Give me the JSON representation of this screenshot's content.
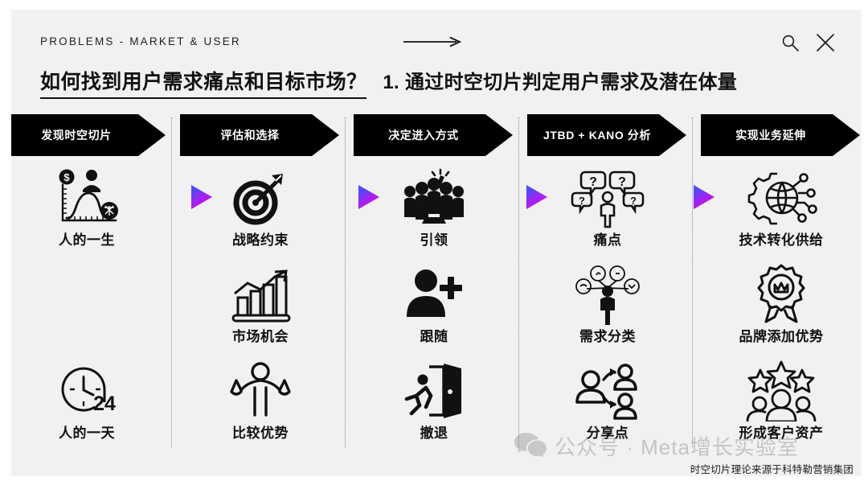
{
  "header": {
    "eyebrow": "PROBLEMS - MARKET & USER",
    "arrow_icon": "long-right-arrow-icon",
    "search_icon": "search-icon",
    "close_icon": "close-icon"
  },
  "title": {
    "main": "如何找到用户需求痛点和目标市场？",
    "sub": "1. 通过时空切片判定用户需求及潜在体量"
  },
  "columns": [
    {
      "banner": "发现时空切片",
      "items": [
        {
          "label": "人的一生",
          "icon": "lifecycle-chart-icon"
        },
        {
          "label": "",
          "icon": ""
        },
        {
          "label": "人的一天",
          "icon": "clock-24-icon"
        }
      ]
    },
    {
      "banner": "评估和选择",
      "items": [
        {
          "label": "战略约束",
          "icon": "target-arrow-icon"
        },
        {
          "label": "市场机会",
          "icon": "growth-bar-chart-icon"
        },
        {
          "label": "比较优势",
          "icon": "person-comparing-icon"
        }
      ]
    },
    {
      "banner": "决定进入方式",
      "items": [
        {
          "label": "引领",
          "icon": "leader-podium-icon"
        },
        {
          "label": "跟随",
          "icon": "person-add-icon"
        },
        {
          "label": "撤退",
          "icon": "exit-door-running-icon"
        }
      ]
    },
    {
      "banner": "JTBD + KANO 分析",
      "items": [
        {
          "label": "痛点",
          "icon": "person-question-bubbles-icon"
        },
        {
          "label": "需求分类",
          "icon": "person-needs-cluster-icon"
        },
        {
          "label": "分享点",
          "icon": "share-people-icon"
        }
      ]
    },
    {
      "banner": "实现业务延伸",
      "items": [
        {
          "label": "技术转化供给",
          "icon": "gear-globe-circuit-icon"
        },
        {
          "label": "品牌添加优势",
          "icon": "award-badge-icon"
        },
        {
          "label": "形成客户资产",
          "icon": "customer-group-stars-icon"
        }
      ]
    }
  ],
  "connectors": [
    {
      "icon": "gradient-play-arrow-icon"
    },
    {
      "icon": "gradient-play-arrow-icon"
    },
    {
      "icon": "gradient-play-arrow-icon"
    },
    {
      "icon": "gradient-play-arrow-icon"
    }
  ],
  "watermark": {
    "icon": "wechat-logo-icon",
    "text": "公众号 · Meta增长实验室"
  },
  "footnote": "时空切片理论来源于科特勒营销集团",
  "colors": {
    "background": "#f1f1f1",
    "banner": "#000000",
    "text": "#111111",
    "arrow_gradient_start": "#2b5cff",
    "arrow_gradient_end": "#e800e8"
  }
}
